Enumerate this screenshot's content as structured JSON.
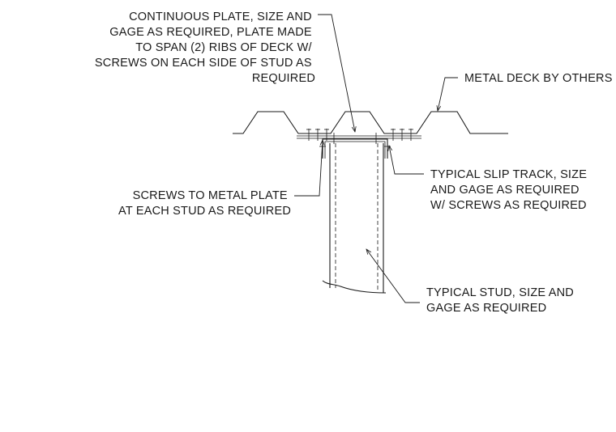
{
  "notes": {
    "plate": [
      "CONTINUOUS PLATE, SIZE AND",
      "GAGE AS REQUIRED, PLATE MADE",
      "TO SPAN (2) RIBS OF DECK W/",
      "SCREWS ON EACH SIDE OF STUD AS",
      "REQUIRED"
    ],
    "deck": [
      "METAL DECK BY OTHERS"
    ],
    "screws": [
      "SCREWS TO METAL PLATE",
      "AT EACH STUD AS REQUIRED"
    ],
    "slip_track": [
      "TYPICAL SLIP TRACK, SIZE",
      "AND GAGE AS REQUIRED",
      "W/ SCREWS AS REQUIRED"
    ],
    "stud": [
      "TYPICAL STUD, SIZE AND",
      "GAGE AS REQUIRED"
    ]
  },
  "colors": {
    "line": "#1a1a1a",
    "background": "#ffffff"
  }
}
